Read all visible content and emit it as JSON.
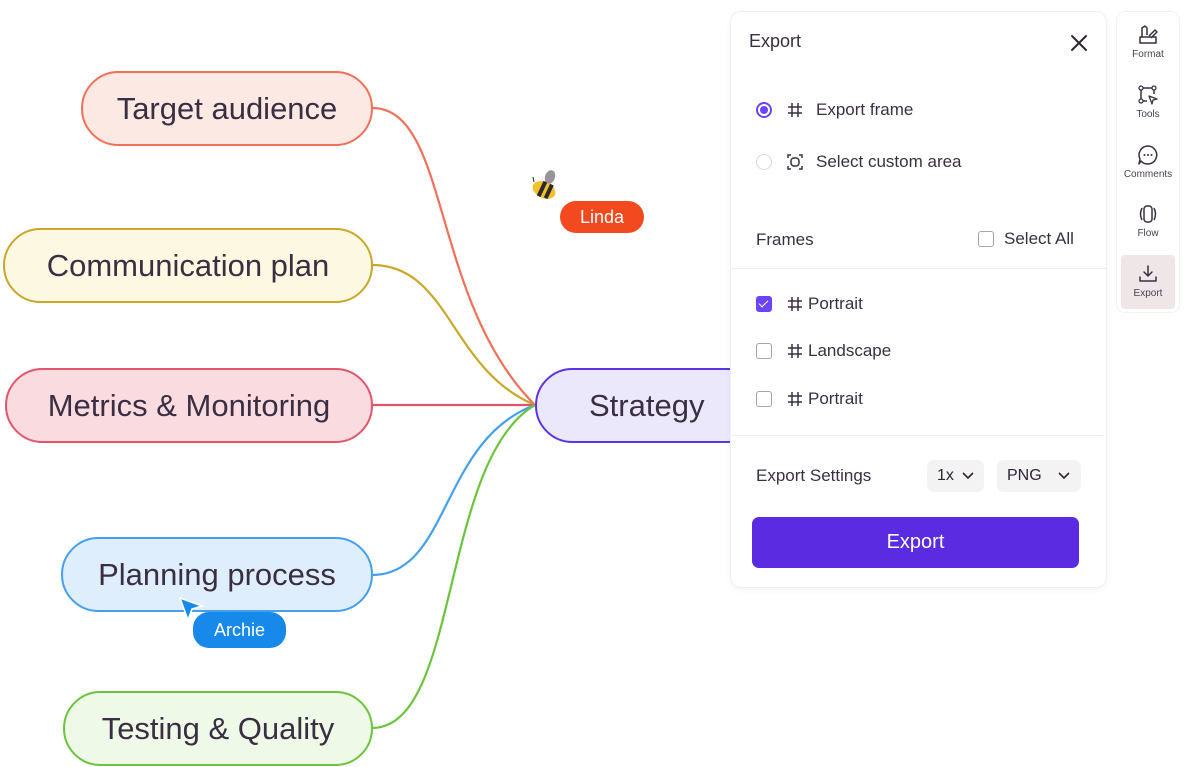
{
  "mindmap": {
    "center": {
      "label": "Strategy",
      "border": "#5b34e6",
      "fill": "#ece8fc"
    },
    "branches": [
      {
        "label": "Target audience",
        "border": "#f0705a",
        "fill": "#fde9e4"
      },
      {
        "label": "Communication plan",
        "border": "#c9a72a",
        "fill": "#fdf8e1"
      },
      {
        "label": "Metrics & Monitoring",
        "border": "#e0566a",
        "fill": "#fadce0"
      },
      {
        "label": "Planning process",
        "border": "#44a0ef",
        "fill": "#dfeefd"
      },
      {
        "label": "Testing & Quality",
        "border": "#6cc43c",
        "fill": "#eef9e8"
      }
    ]
  },
  "collaborators": [
    {
      "name": "Linda",
      "color": "#f2491f",
      "cursor_icon": "bee-icon"
    },
    {
      "name": "Archie",
      "color": "#1689ea",
      "cursor_icon": "pointer-cursor-icon"
    }
  ],
  "export_panel": {
    "title": "Export",
    "close_icon": "close-icon",
    "options": [
      {
        "label": "Export frame",
        "icon": "hash-frame-icon",
        "selected": true
      },
      {
        "label": "Select custom area",
        "icon": "custom-area-icon",
        "selected": false
      }
    ],
    "frames_title": "Frames",
    "select_all_label": "Select All",
    "select_all_checked": false,
    "frames": [
      {
        "label": "Portrait",
        "checked": true
      },
      {
        "label": "Landscape",
        "checked": false
      },
      {
        "label": "Portrait",
        "checked": false
      }
    ],
    "settings_label": "Export Settings",
    "scale": "1x",
    "format": "PNG",
    "export_button": "Export",
    "accent": "#5a2be0"
  },
  "toolbar": {
    "items": [
      {
        "label": "Format",
        "icon": "format-brush-icon",
        "active": false
      },
      {
        "label": "Tools",
        "icon": "tools-select-icon",
        "active": false
      },
      {
        "label": "Comments",
        "icon": "comment-icon",
        "active": false
      },
      {
        "label": "Flow",
        "icon": "flow-icon",
        "active": false
      },
      {
        "label": "Export",
        "icon": "export-download-icon",
        "active": true
      }
    ]
  }
}
